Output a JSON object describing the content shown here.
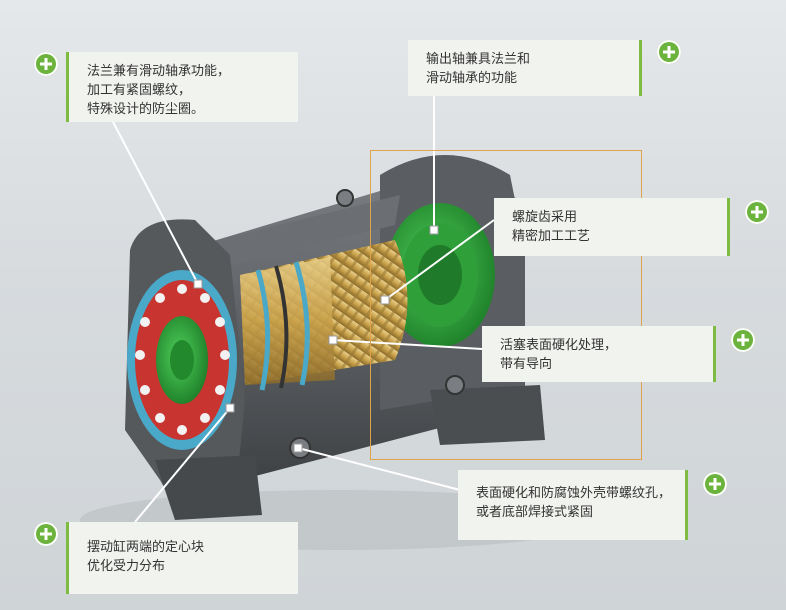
{
  "callouts": {
    "flange": {
      "lines": [
        "法兰兼有滑动轴承功能，",
        "加工有紧固螺纹，",
        "特殊设计的防尘圈。"
      ]
    },
    "output_shaft": {
      "lines": [
        "输出轴兼具法兰和",
        "滑动轴承的功能"
      ]
    },
    "helical_teeth": {
      "lines": [
        "螺旋齿采用",
        "精密加工工艺"
      ]
    },
    "piston": {
      "lines": [
        "活塞表面硬化处理，",
        "带有导向"
      ]
    },
    "housing": {
      "lines": [
        "表面硬化和防腐蚀外壳带螺纹孔，",
        "或者底部焊接式紧固"
      ]
    },
    "centering": {
      "lines": [
        "摆动缸两端的定心块",
        "优化受力分布"
      ]
    }
  },
  "icons": {
    "expand": "plus-circle-icon"
  },
  "colors": {
    "accent": "#6cb33e",
    "callout_bg": "#f1f3ef",
    "highlight_frame": "#e0a34a",
    "housing": "#55595c",
    "gold": "#c8a24a",
    "green": "#2fae3c",
    "red": "#c8342f",
    "blue_ring": "#4aa8c8"
  }
}
